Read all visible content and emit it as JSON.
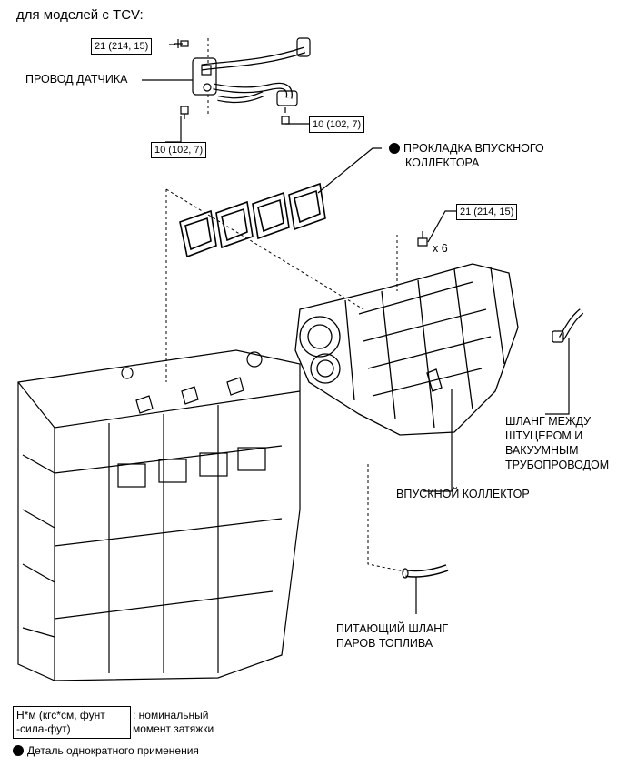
{
  "header": "для моделей с TCV:",
  "labels": {
    "sensor_wire": "ПРОВОД ДАТЧИКА",
    "gasket_line1": "ПРОКЛАДКА ВПУСКНОГО",
    "gasket_line2": "КОЛЛЕКТОРА",
    "hose_line1": "ШЛАНГ МЕЖДУ",
    "hose_line2": "ШТУЦЕРОМ И",
    "hose_line3": "ВАКУУМНЫМ",
    "hose_line4": "ТРУБОПРОВОДОМ",
    "manifold": "ВПУСКНОЙ КОЛЛЕКТОР",
    "fuel_line1": "ПИТАЮЩИЙ ШЛАНГ",
    "fuel_line2": "ПАРОВ ТОПЛИВА",
    "bolt_qty": "x 6"
  },
  "torques": {
    "t1": "21 (214, 15)",
    "t2": "10 (102, 7)",
    "t3": "10 (102, 7)",
    "t4": "21 (214, 15)"
  },
  "legend": {
    "unit_line1": "Н*м (кгс*см, фунт",
    "unit_line2": "-сила-фут)",
    "unit_desc1": ": номинальный",
    "unit_desc2": "момент затяжки",
    "single_use": "Деталь однократного применения"
  }
}
